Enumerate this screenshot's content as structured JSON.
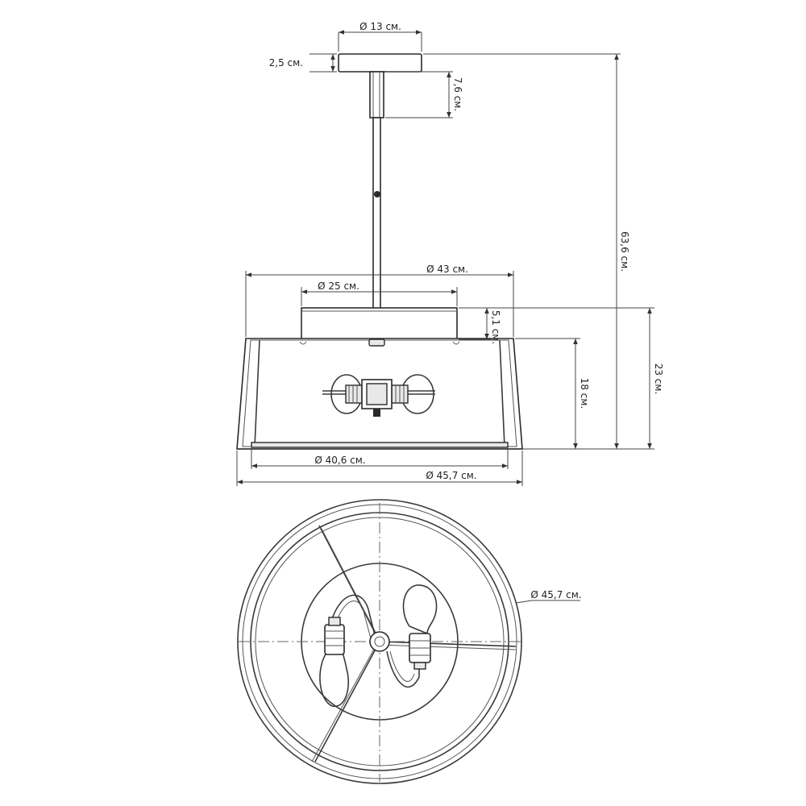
{
  "side_view": {
    "canopy_diameter": "Ø 13 см.",
    "canopy_height": "2,5 см.",
    "stem_length": "7,6 см.",
    "overall_height": "63,6 см.",
    "shade_top_diameter": "Ø 43 см.",
    "cap_diameter": "Ø 25 см.",
    "cap_height": "5,1 см.",
    "shade_height": "18 см.",
    "body_height": "23 см.",
    "diffuser_diameter": "Ø 40,6 см.",
    "shade_bottom_diameter": "Ø 45,7 см."
  },
  "top_view": {
    "outer_diameter": "Ø 45,7 см."
  }
}
